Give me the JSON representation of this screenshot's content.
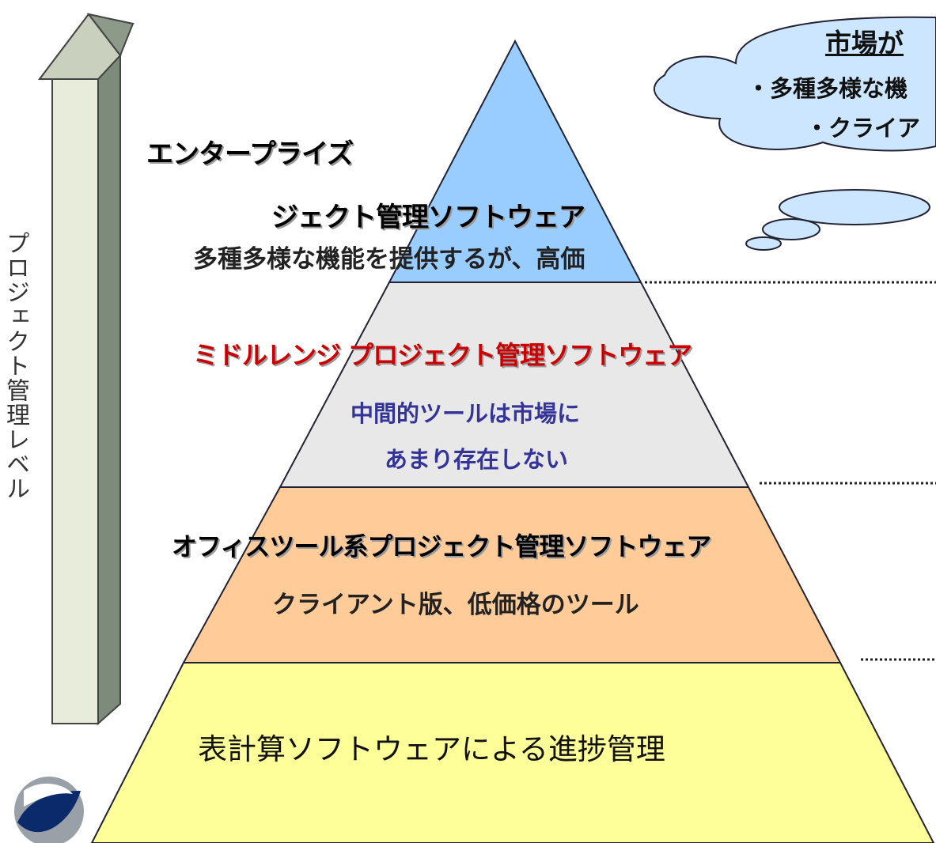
{
  "axis": {
    "label": "プロジェクト管理レベル"
  },
  "levels": [
    {
      "title_line1": "エンタープライズ",
      "title_line2": "ジェクト管理ソフトウェア",
      "description": "多種多様な機能を提供するが、高価",
      "fill": "#99ccff"
    },
    {
      "title": "ミドルレンジ プロジェクト管理ソフトウェア",
      "description_line1": "中間的ツールは市場に",
      "description_line2": "あまり存在しない",
      "fill": "#e8e8e8",
      "title_color": "#cc0000",
      "description_color": "#333399"
    },
    {
      "title": "オフィスツール系プロジェクト管理ソフトウェア",
      "description": "クライアント版、低価格のツール",
      "fill": "#ffcc99"
    },
    {
      "title": "表計算ソフトウェアによる進捗管理",
      "fill": "#ffff99"
    }
  ],
  "callout": {
    "title": "市場が",
    "line1": "・多種多様な機",
    "line2": "・クライア",
    "fill": "#cce6ff"
  }
}
